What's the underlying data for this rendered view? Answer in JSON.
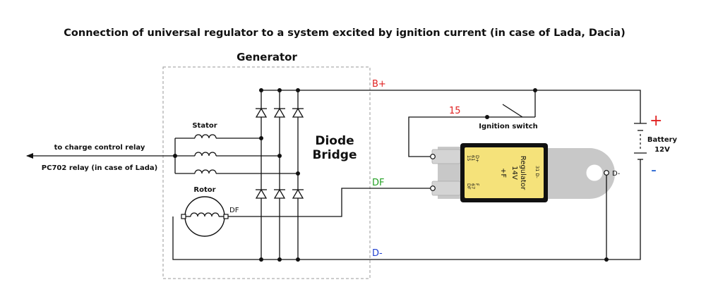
{
  "title": "Connection of universal regulator to a system excited by ignition current (in case of Lada, Dacia)",
  "generator": {
    "label": "Generator",
    "stator_label": "Stator",
    "rotor_label": "Rotor",
    "rotor_terminal": "DF",
    "diode_bridge_line1": "Diode",
    "diode_bridge_line2": "Bridge"
  },
  "left_labels": {
    "line1": "to charge control relay",
    "line2": "PC702 relay (in case of Lada)"
  },
  "nets": {
    "b_plus": "B+",
    "df": "DF",
    "d_minus": "D-",
    "ignition_15": "15"
  },
  "ignition_switch_label": "Ignition switch",
  "battery": {
    "label": "Battery",
    "voltage": "12V",
    "plus": "+",
    "minus": "-"
  },
  "regulator": {
    "line1": "Regulator",
    "line2": "14V",
    "line3": "+F",
    "pin_d_plus": "D+",
    "pin_61": "61",
    "pin_15": "15",
    "pin_f": "F",
    "pin_67": "67",
    "pin_df": "DF",
    "pin_31d": "31 D-",
    "ground_terminal": "D-"
  },
  "colors": {
    "b_plus": "#e02020",
    "df": "#22a022",
    "d_minus": "#2040d0",
    "ignition_15": "#e02020",
    "battery_plus": "#e02020",
    "battery_minus": "#2060d0",
    "regulator_body": "#f5e27a",
    "regulator_border": "#111111",
    "tab": "#c8c8c8"
  }
}
